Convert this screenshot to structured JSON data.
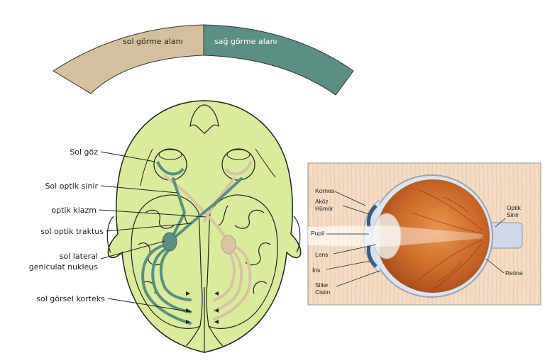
{
  "visual_field": {
    "left": "sol görme alanı",
    "right": "sağ görme alanı",
    "left_color": "#d3c19e",
    "right_color": "#5a8f82"
  },
  "brain_labels": [
    "Sol göz",
    "Sol optik sinir",
    "optik kiazm",
    "sol optik traktus",
    "sol lateral",
    "geniculat nukleus",
    "sol görsel korteks"
  ],
  "eye_labels": {
    "kornea": "Kornea",
    "akoz1": "Aköz",
    "akoz2": "Hümör",
    "pupil": "Pupil",
    "lens": "Lens",
    "iris": "İris",
    "silier1": "Silier",
    "silier2": "Cisim",
    "optik1": "Optik",
    "optik2": "Sinir",
    "retina": "Retina"
  },
  "colors": {
    "head": "#d8ec9c",
    "head_outline": "#222222",
    "left_path": "#5a8f82",
    "right_path": "#d9c3a3",
    "eyeball": "#c9692e",
    "eye_bg": "#f5dcc6"
  }
}
